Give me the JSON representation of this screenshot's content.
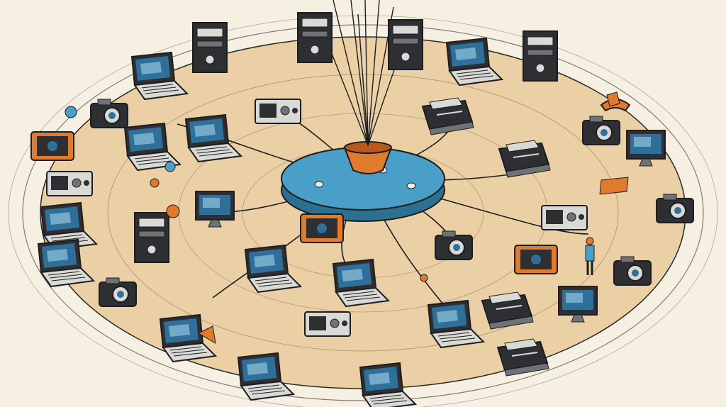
{
  "scene": {
    "colors": {
      "paper": "#f6f0e3",
      "floor": "#ebcfa3",
      "ink": "#1d1d1f",
      "device_dark": "#2e2f33",
      "device_mid": "#6f7276",
      "device_light": "#d9d9d6",
      "screen": "#2f6f9a",
      "screen_glow": "#8ec3dc",
      "hub_blue": "#4a9fc8",
      "accent_orange": "#e07a2e"
    },
    "central_hub": {
      "base": "round-blue-platform",
      "pot": "orange-bowl",
      "cables": "bundle-of-black-wires"
    },
    "devices": [
      {
        "kind": "laptop",
        "icon": "laptop-icon"
      },
      {
        "kind": "desktop-tower",
        "icon": "tower-icon"
      },
      {
        "kind": "printer",
        "icon": "printer-icon"
      },
      {
        "kind": "camera",
        "icon": "camera-icon"
      },
      {
        "kind": "monitor",
        "icon": "monitor-icon"
      },
      {
        "kind": "radio",
        "icon": "radio-icon"
      },
      {
        "kind": "phone",
        "icon": "phone-icon"
      },
      {
        "kind": "tablet",
        "icon": "tablet-icon"
      }
    ],
    "figure": {
      "kind": "small-person",
      "icon": "person-icon"
    }
  }
}
